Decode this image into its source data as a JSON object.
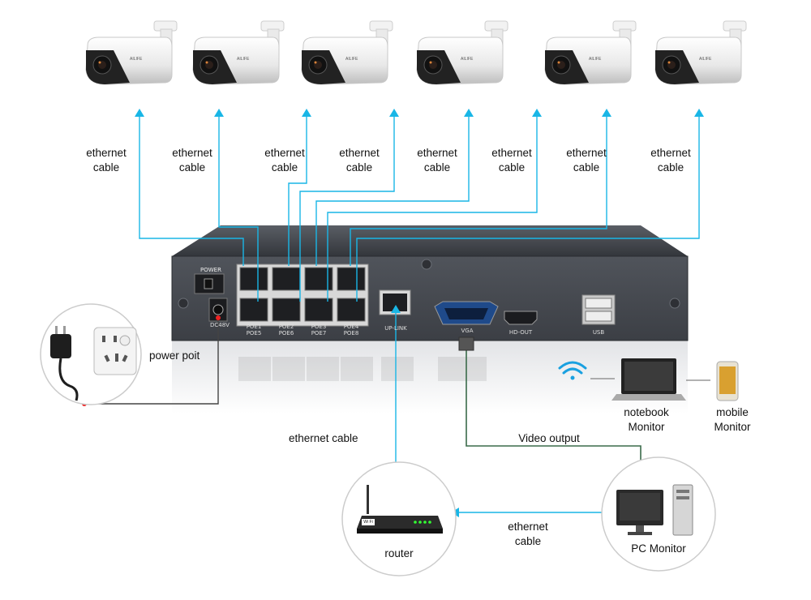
{
  "cameras": [
    {
      "brand": "AILIFE",
      "cable_label": [
        "ethernet",
        "cable"
      ]
    },
    {
      "brand": "AILIFE",
      "cable_label": [
        "ethernet",
        "cable"
      ]
    },
    {
      "brand": "AILIFE",
      "cable_label": [
        "ethernet",
        "cable"
      ]
    },
    {
      "brand": "AILIFE",
      "cable_label": [
        "ethernet",
        "cable"
      ]
    },
    {
      "brand": "AILIFE",
      "cable_label": [
        "ethernet",
        "cable"
      ]
    },
    {
      "brand": "AILIFE",
      "cable_label": [
        "ethernet",
        "cable"
      ]
    }
  ],
  "extra_cable_labels": [
    [
      "ethernet",
      "cable"
    ],
    [
      "ethernet",
      "cable"
    ]
  ],
  "nvr": {
    "power_switch": "POWER",
    "dc_input": "DC48V",
    "poe_ports": [
      "POE1",
      "POE2",
      "POE3",
      "POE4",
      "POE5",
      "POE6",
      "POE7",
      "POE8"
    ],
    "uplink": "UP-LINK",
    "vga": "VGA",
    "hdmi": "HD-OUT",
    "usb": "USB"
  },
  "power": {
    "label": "power poit"
  },
  "router": {
    "label": "router",
    "badge": "Wi Fi",
    "cable_label": "ethernet cable"
  },
  "pc": {
    "label": "PC Monitor",
    "video_label": "Video output",
    "cable_label": [
      "ethernet",
      "cable"
    ]
  },
  "devices": {
    "notebook": [
      "notebook",
      "Monitor"
    ],
    "mobile": [
      "mobile",
      "Monitor"
    ]
  },
  "colors": {
    "cable": "#19b6e6",
    "nvr_body": "#3a3d42",
    "nvr_face": "#4a4e55",
    "wire": "#444444"
  }
}
